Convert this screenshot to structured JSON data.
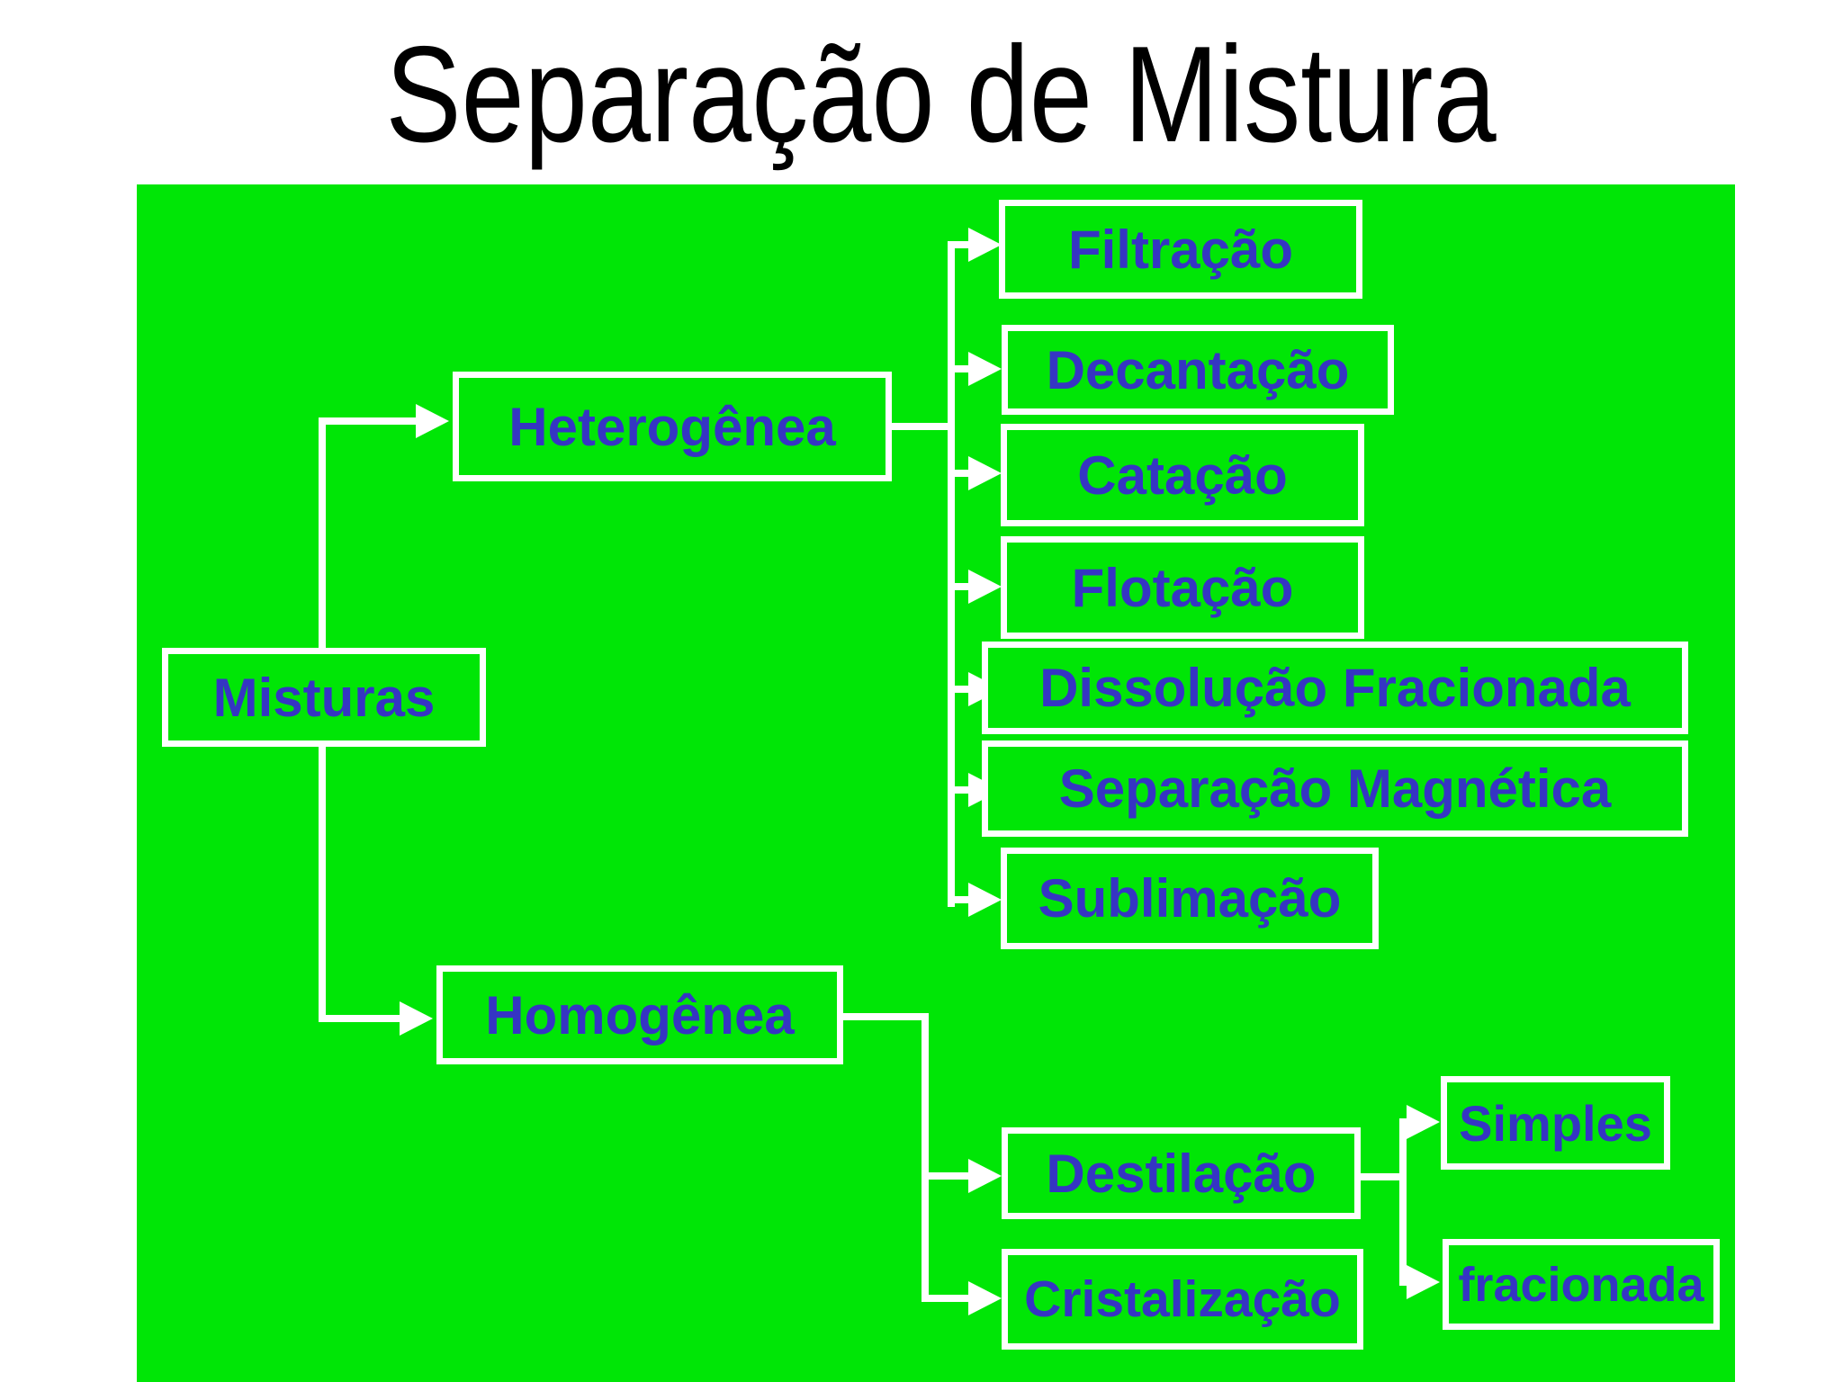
{
  "title": "Separação de Mistura",
  "colors": {
    "background": "#ffffff",
    "panel_green": "#00e606",
    "node_text_blue": "#3535c3",
    "connector_white": "#ffffff",
    "title_black": "#000000"
  },
  "nodes": {
    "misturas": "Misturas",
    "heterogenea": "Heterogênea",
    "homogenea": "Homogênea",
    "filtracao": "Filtração",
    "decantacao": "Decantação",
    "catacao": "Catação",
    "flotacao": "Flotação",
    "dissolucao_fracionada": "Dissolução Fracionada",
    "separacao_magnetica": "Separação Magnética",
    "sublimacao": "Sublimação",
    "destilacao": "Destilação",
    "cristalizacao": "Cristalização",
    "simples": "Simples",
    "fracionada": "fracionada"
  },
  "edges": [
    {
      "from": "Misturas",
      "to": "Heterogênea"
    },
    {
      "from": "Misturas",
      "to": "Homogênea"
    },
    {
      "from": "Heterogênea",
      "to": "Filtração"
    },
    {
      "from": "Heterogênea",
      "to": "Decantação"
    },
    {
      "from": "Heterogênea",
      "to": "Catação"
    },
    {
      "from": "Heterogênea",
      "to": "Flotação"
    },
    {
      "from": "Heterogênea",
      "to": "Dissolução Fracionada"
    },
    {
      "from": "Heterogênea",
      "to": "Separação Magnética"
    },
    {
      "from": "Heterogênea",
      "to": "Sublimação"
    },
    {
      "from": "Homogênea",
      "to": "Destilação"
    },
    {
      "from": "Homogênea",
      "to": "Cristalização"
    },
    {
      "from": "Destilação",
      "to": "Simples"
    },
    {
      "from": "Destilação",
      "to": "fracionada"
    }
  ]
}
